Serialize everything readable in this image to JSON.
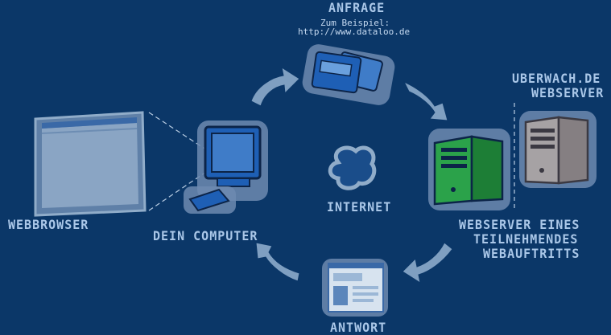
{
  "labels": {
    "anfrage": "ANFRAGE",
    "example_line1": "Zum Beispiel:",
    "example_line2": "http://www.dataloo.de",
    "uberwach_line1": "UBERWACH.DE",
    "uberwach_line2": "WEBSERVER",
    "webbrowser": "WEBBROWSER",
    "dein_computer": "DEIN COMPUTER",
    "internet": "INTERNET",
    "webserver_line1": "WEBSERVER EINES",
    "webserver_line2": "TEILNEHMENDES",
    "webserver_line3": "WEBAUFTRITTS",
    "antwort": "ANTWORT"
  },
  "icons": {
    "browser": "browser-window-icon",
    "computer": "computer-icon",
    "request": "request-card-icon",
    "cloud": "cloud-icon",
    "participant_server": "green-server-icon",
    "monitor_server": "gray-server-icon",
    "response": "response-page-icon",
    "arrows": "cycle-arrow-icon"
  },
  "colors": {
    "background": "#0b3768",
    "label": "#aac7e8",
    "icon_outline": "#7f9fc1",
    "computer_blue": "#2e6ec4",
    "server_green": "#2ba24a",
    "server_gray": "#8f8f93"
  }
}
